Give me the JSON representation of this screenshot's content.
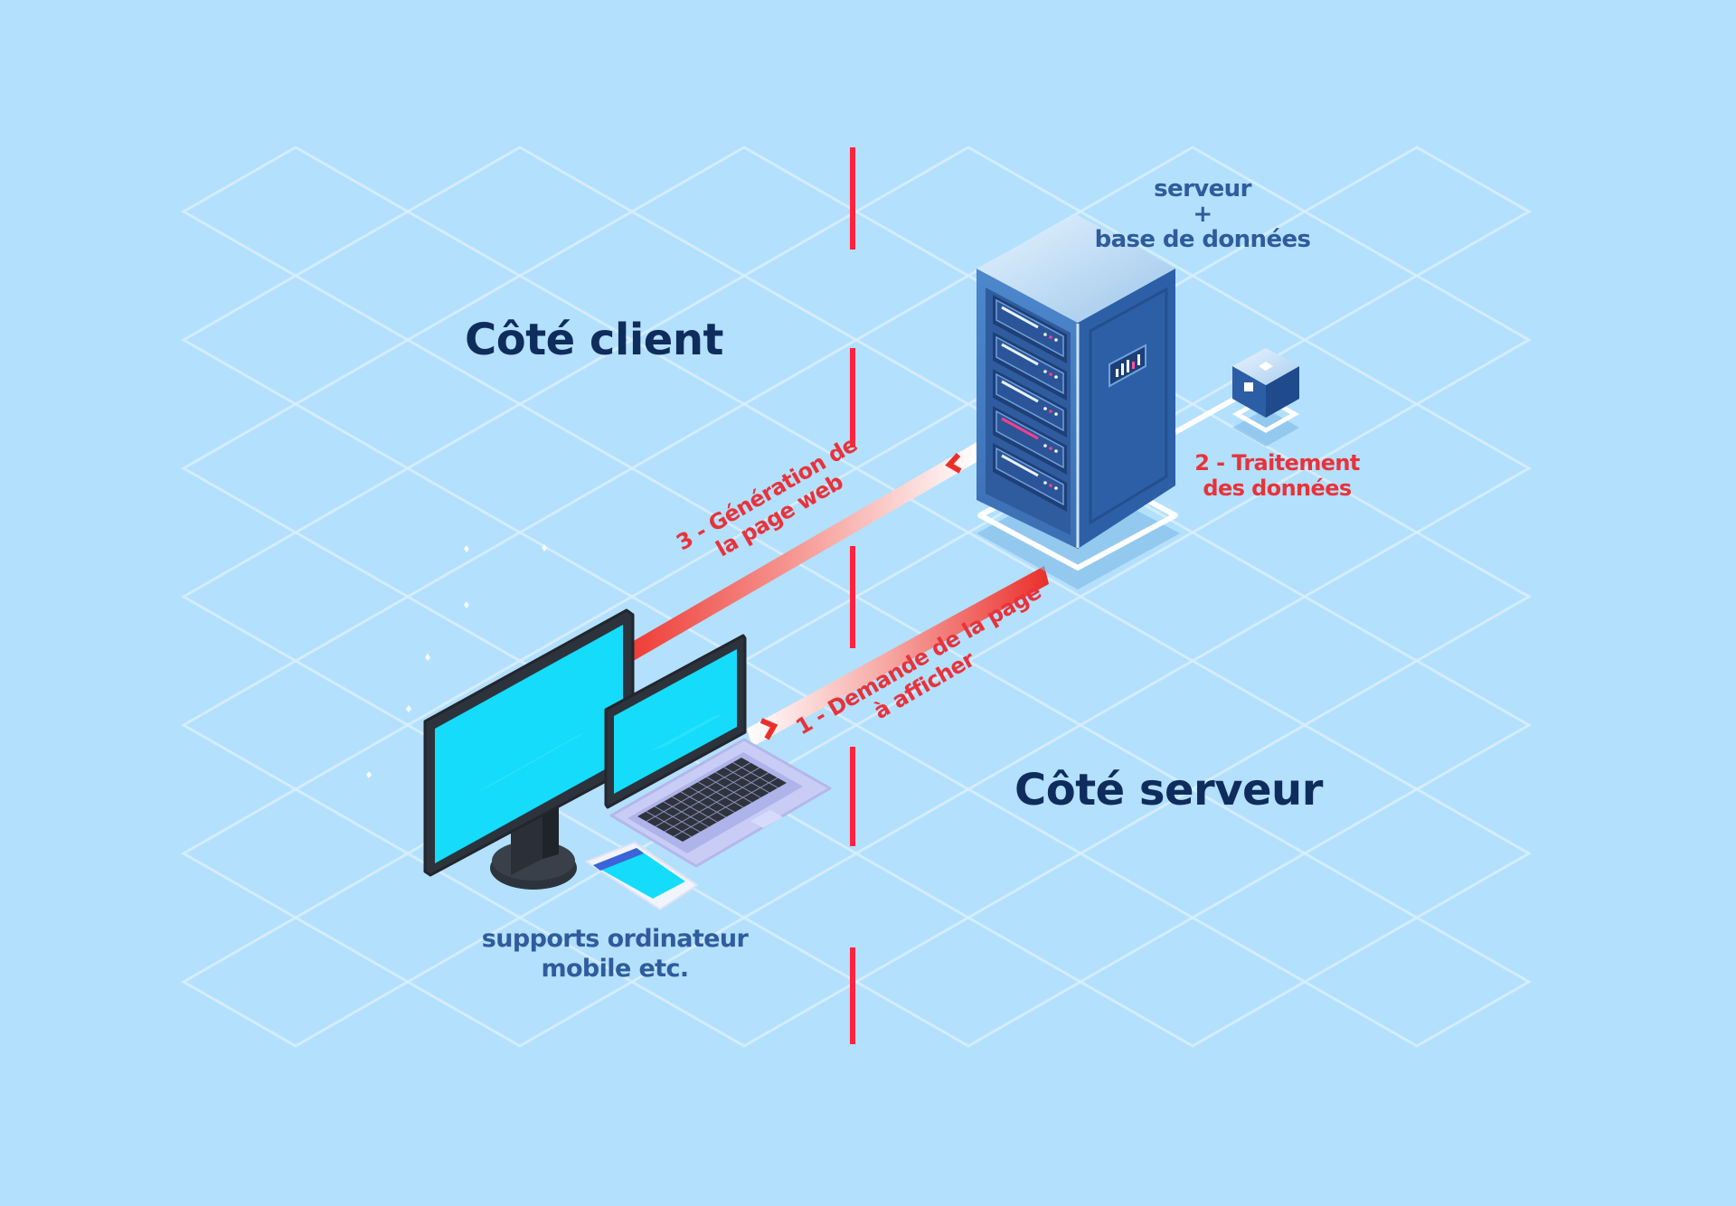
{
  "diagram": {
    "colors": {
      "background": "#b3e0fd",
      "grid_line": "#d8efff",
      "divider": "#ff2340",
      "heading": "#0f2d5c",
      "blue_label": "#2e5c9c",
      "red_label": "#e8333a",
      "screen": "#14dcfa"
    },
    "zones": {
      "client_heading": "Côté client",
      "server_heading": "Côté serveur"
    },
    "nodes": {
      "server": {
        "label_line1": "serveur",
        "label_plus": "+",
        "label_line2": "base de données",
        "icon": "server-rack-icon"
      },
      "processing_cube": {
        "icon": "cube-icon"
      },
      "client_devices": {
        "label_line1": "supports ordinateur",
        "label_line2": "mobile etc.",
        "icons": [
          "desktop-monitor-icon",
          "laptop-icon",
          "smartphone-icon"
        ]
      }
    },
    "steps": [
      {
        "number": 1,
        "line1": "1 - Demande de la page",
        "line2": "à afficher",
        "direction": "client-to-server"
      },
      {
        "number": 2,
        "line1": "2 - Traitement",
        "line2": "des données",
        "direction": "server-to-database"
      },
      {
        "number": 3,
        "line1": "3 - Génération de",
        "line2": "la page web",
        "direction": "server-to-client"
      }
    ]
  }
}
